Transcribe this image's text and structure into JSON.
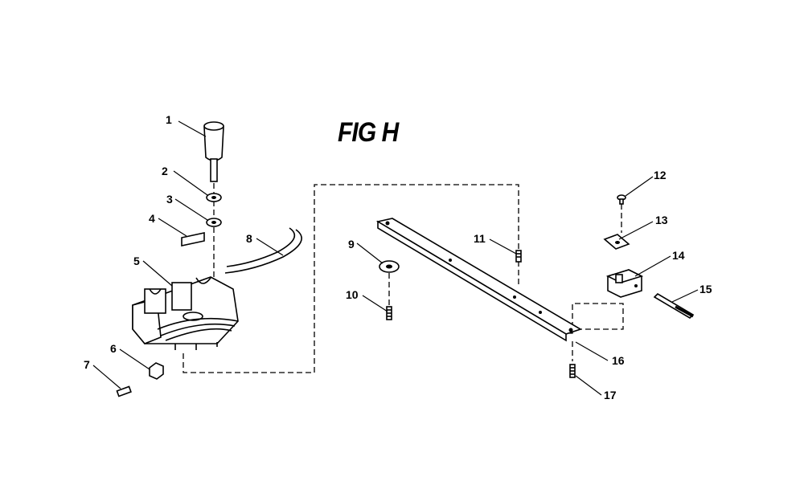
{
  "title": "FIG H",
  "callouts": [
    "1",
    "2",
    "3",
    "4",
    "5",
    "6",
    "7",
    "8",
    "9",
    "10",
    "11",
    "12",
    "13",
    "14",
    "15",
    "16",
    "17"
  ],
  "colors": {
    "ink": "#000000",
    "paper": "#ffffff"
  }
}
